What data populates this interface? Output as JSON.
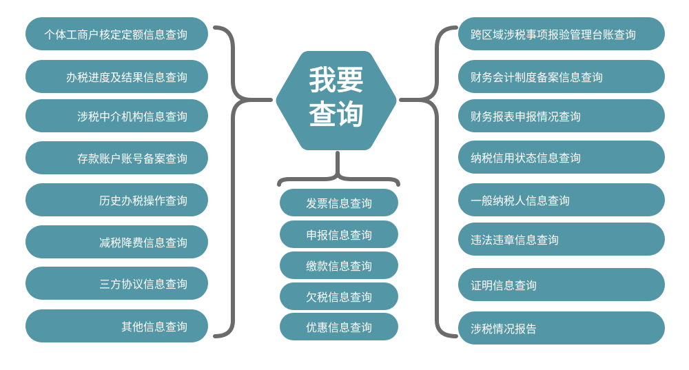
{
  "center": {
    "line1": "我要",
    "line2": "查询"
  },
  "left": [
    "个体工商户核定定额信息查询",
    "办税进度及结果信息查询",
    "涉税中介机构信息查询",
    "存款账户账号备案查询",
    "历史办税操作查询",
    "减税降费信息查询",
    "三方协议信息查询",
    "其他信息查询"
  ],
  "middle": [
    "发票信息查询",
    "申报信息查询",
    "缴款信息查询",
    "欠税信息查询",
    "优惠信息查询"
  ],
  "right": [
    "跨区域涉税事项报验管理台账查询",
    "财务会计制度备案信息查询",
    "财务报表申报情况查询",
    "纳税信用状态信息查询",
    "一般纳税人信息查询",
    "违法违章信息查询",
    "证明信息查询",
    "涉税情况报告"
  ],
  "colors": {
    "node": "#5396a6",
    "connector": "#6b6b6b"
  }
}
